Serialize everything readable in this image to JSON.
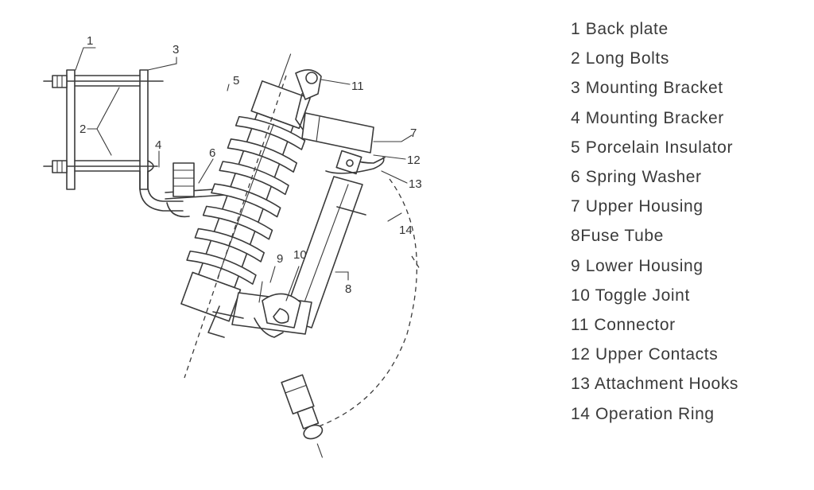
{
  "legend": [
    "1 Back plate",
    "2 Long Bolts",
    "3 Mounting Bracket",
    "4 Mounting Bracker",
    "5 Porcelain Insulator",
    "6 Spring Washer",
    "7 Upper Housing",
    "8Fuse Tube",
    "9 Lower Housing",
    "10 Toggle Joint",
    "11 Connector",
    "12 Upper Contacts",
    "13 Attachment Hooks",
    "14 Operation Ring"
  ],
  "callouts": [
    "1",
    "2",
    "3",
    "4",
    "5",
    "6",
    "7",
    "8",
    "9",
    "10",
    "11",
    "12",
    "13",
    "14"
  ]
}
